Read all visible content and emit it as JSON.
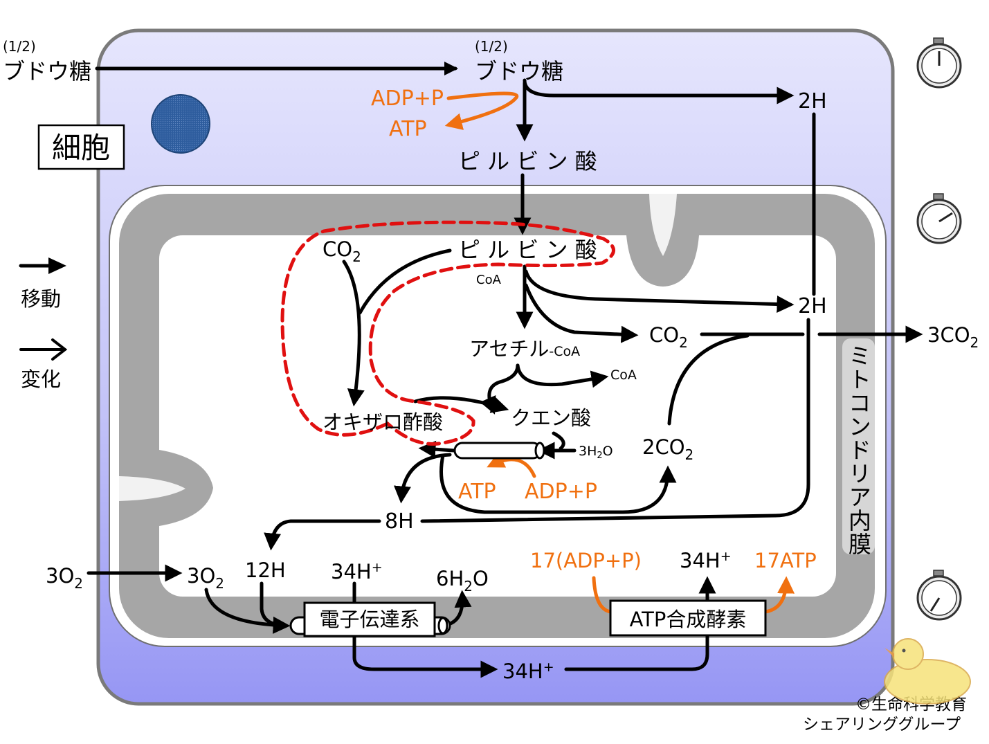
{
  "labels": {
    "glucose_outside": "ブドウ糖",
    "glucose_outside_coef": "(1/2)",
    "glucose_cell": "ブドウ糖",
    "glucose_cell_coef": "(1/2)",
    "adp_p_top": "ADP+P",
    "atp_top": "ATP",
    "two_h_top": "2H",
    "pyruvate_cyto": "ピ ル ビ ン 酸",
    "cell_label": "細胞",
    "legend_move": "移動",
    "legend_change": "変化",
    "co2_left": "CO",
    "co2_left_sub": "2",
    "pyruvate_mito": "ピ ル ビ ン 酸",
    "coa_small": "CoA",
    "two_h_mito": "2H",
    "co2_mid": "CO",
    "co2_mid_sub": "2",
    "three_co2_out": "3CO",
    "three_co2_out_sub": "2",
    "acetyl": "アセチル",
    "acetyl_coa_suffix": "-CoA",
    "coa_release": "CoA",
    "oxaloacetate": "オキザロ酢酸",
    "citrate": "クエン酸",
    "h2o_in_pre": "3H",
    "h2o_in_sub": "2",
    "h2o_in_post": "O",
    "two_co2": "2CO",
    "two_co2_sub": "2",
    "atp_cycle": "ATP",
    "adp_p_cycle": "ADP+P",
    "eight_h": "8H",
    "membrane_label": "ミトコンドリア内膜",
    "o2_outside": "3O",
    "o2_outside_sub": "2",
    "o2_inside": "3O",
    "o2_inside_sub": "2",
    "twelve_h": "12H",
    "h34_left": "34H",
    "h34_left_sup": "+",
    "water": "6H",
    "water_sub": "2",
    "water_post": "O",
    "adp17": "17(ADP+P)",
    "h34_right": "34H",
    "h34_right_sup": "+",
    "atp17": "17ATP",
    "etc": "電子伝達系",
    "atp_synthase": "ATP合成酵素",
    "h34_bottom": "34H",
    "h34_bottom_sup": "+",
    "copyright_1": "©生命科学教育",
    "copyright_2": "シェアリンググループ"
  },
  "colors": {
    "cytoplasm_top": "#e4e4fc",
    "cytoplasm_bottom": "#9a9af5",
    "membrane_gray": "#a6a6a6",
    "matrix": "#ffffff",
    "atp_orange": "#f07010",
    "cycle_red": "#e01010",
    "nucleus": "#2e5d9e"
  },
  "icons": [
    "stopwatch-icon",
    "stopwatch-icon",
    "stopwatch-icon",
    "duck-illustration"
  ]
}
